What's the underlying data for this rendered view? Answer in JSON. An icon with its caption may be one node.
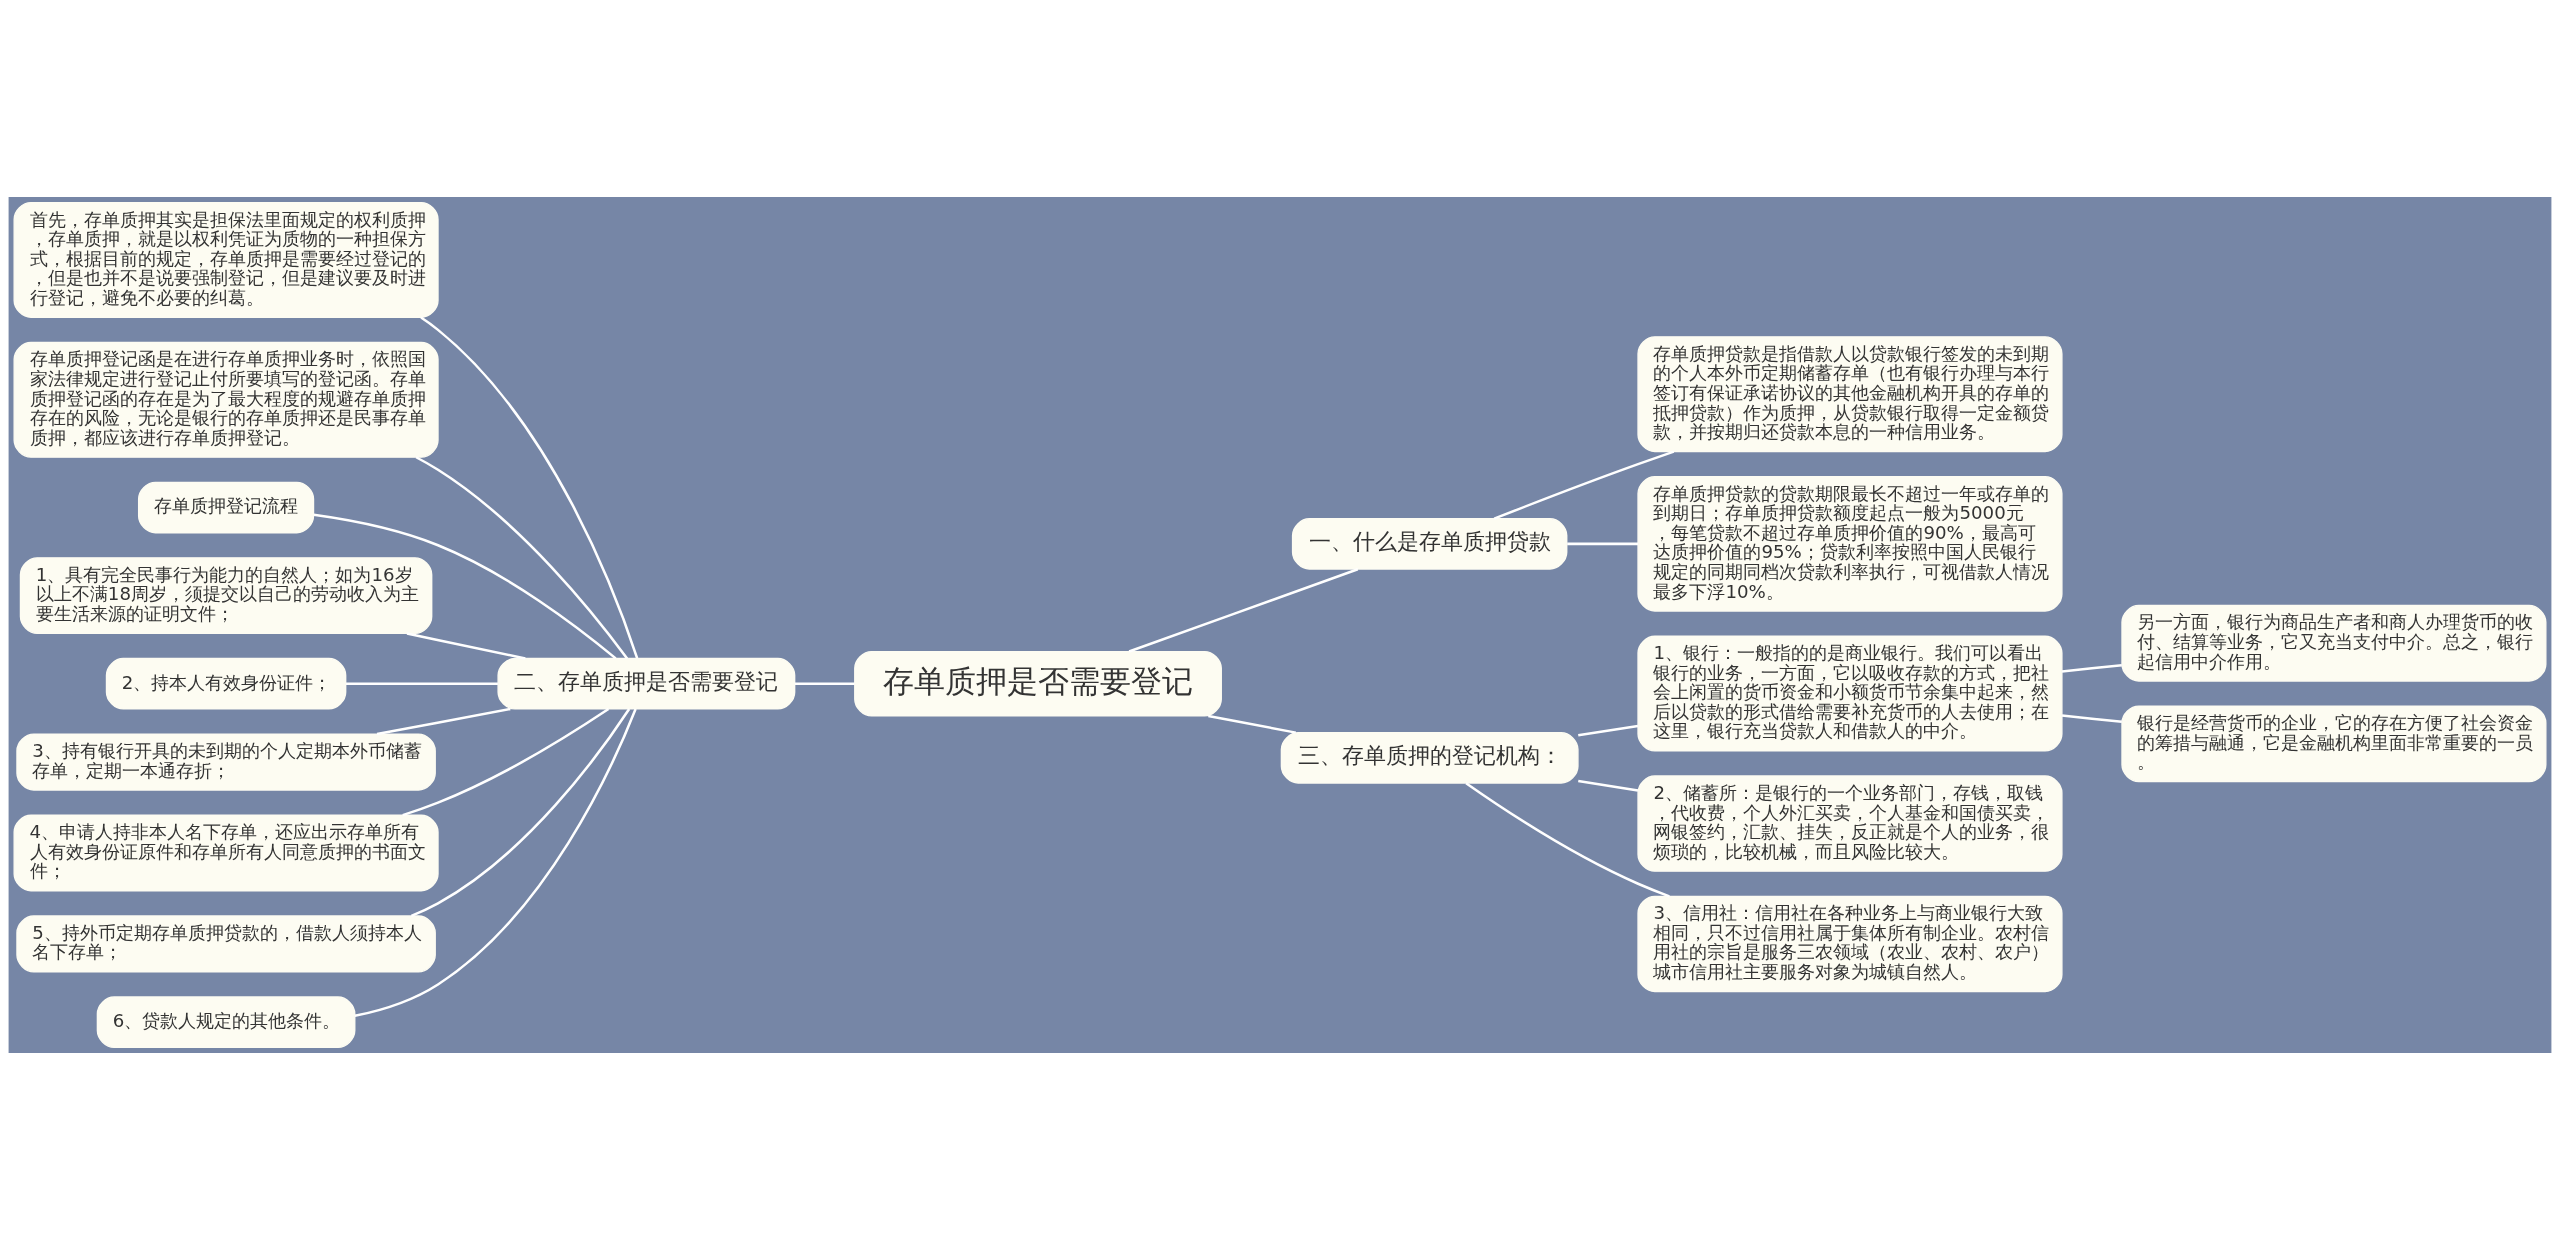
{
  "diagram": {
    "nodes": [
      {
        "text": [
          "存单质押是否需要登记"
        ]
      },
      {
        "text": [
          "一、什么是存单质押贷款"
        ]
      },
      {
        "text": [
          "存单质押贷款是指借款人以贷款银行签发的未到期的个人本外币定期储蓄存单（也有银行办理与本行签订有保证承诺协议的其他金融机构开具的存单的抵押贷款）作为质押，从贷款银行取得一定金额贷款，并按期归还贷款本息的一种信用业务。"
        ]
      },
      {
        "text": [
          "存单质押贷款的贷款期限最长不超过一年或存单的到期日；存单质押贷款额度起点一般为5000元，每笔贷款不超过存单质押价值的90%，最高可达质押价值的95%；贷款利率按照中国人民银行规定的同期同档次贷款利率执行，可视借款人情况最多下浮10%。"
        ]
      },
      {
        "text": [
          "二、存单质押是否需要登记"
        ]
      },
      {
        "text": [
          "首先，存单质押其实是担保法里面规定的权利质押，存单质押，就是以权利凭证为质物的一种担保方式，根据目前的规定，存单质押是需要经过登记的，但是也并不是说要强制登记，但是建议要及时进行登记，避免不必要的纠葛。"
        ]
      },
      {
        "text": [
          "存单质押登记函是在进行存单质押业务时，依照国家法律规定进行登记止付所要填写的登记函。存单质押登记函的存在是为了最大程度的规避存单质押存在的风险，无论是银行的存单质押还是民事存单质押，都应该进行存单质押登记。"
        ]
      },
      {
        "text": [
          "存单质押登记流程"
        ]
      },
      {
        "text": [
          "1、具有完全民事行为能力的自然人；如为16岁以上不满18周岁，须提交以自己的劳动收入为主要生活来源的证明文件；"
        ]
      },
      {
        "text": [
          "2、持本人有效身份证件；"
        ]
      },
      {
        "text": [
          "3、持有银行开具的未到期的个人定期本外币储蓄存单，定期一本通存折；"
        ]
      },
      {
        "text": [
          "4、申请人持非本人名下存单，还应出示存单所有人有效身份证原件和存单所有人同意质押的书面文件；"
        ]
      },
      {
        "text": [
          "5、持外币定期存单质押贷款的，借款人须持本人名下存单；"
        ]
      },
      {
        "text": [
          "6、贷款人规定的其他条件。"
        ]
      },
      {
        "text": [
          "三、存单质押的登记机构："
        ]
      },
      {
        "text": [
          "1、银行：一般指的的是商业银行。我们可以看出银行的业务，一方面，它以吸收存款的方式，把社会上闲置的货币资金和小额货币节余集中起来，然后以贷款的形式借给需要补充货币的人去使用；在这里，银行充当贷款人和借款人的中介。"
        ]
      },
      {
        "text": [
          "另一方面，银行为商品生产者和商人办理货币的收付、结算等业务，它又充当支付中介。总之，银行起信用中介作用。"
        ]
      },
      {
        "text": [
          "银行是经营货币的企业，它的存在方便了社会资金的筹措与融通，它是金融机构里面非常重要的一员。"
        ]
      },
      {
        "text": [
          "2、储蓄所：是银行的一个业务部门，存钱，取钱，代收费，个人外汇买卖，个人基金和国债买卖，网银签约，汇款、挂失，反正就是个人的业务，很烦琐的，比较机械，而且风险比较大。"
        ]
      },
      {
        "text": [
          "3、信用社：信用社在各种业务上与商业银行大致相同，只不过信用社属于集体所有制企业。农村信用社的宗旨是服务三农领域（农业、农村、农户）城市信用社主要服务对象为城镇自然人。"
        ]
      }
    ],
    "edges": [
      {
        "from": 0,
        "to": 1,
        "arrow": "none"
      },
      {
        "from": 1,
        "to": 2,
        "arrow": "none"
      },
      {
        "from": 1,
        "to": 3,
        "arrow": "none"
      },
      {
        "from": 0,
        "to": 4,
        "arrow": "none"
      },
      {
        "from": 4,
        "to": 5,
        "arrow": "none"
      },
      {
        "from": 4,
        "to": 6,
        "arrow": "none"
      },
      {
        "from": 4,
        "to": 7,
        "arrow": "none"
      },
      {
        "from": 4,
        "to": 8,
        "arrow": "none"
      },
      {
        "from": 4,
        "to": 9,
        "arrow": "none"
      },
      {
        "from": 4,
        "to": 10,
        "arrow": "none"
      },
      {
        "from": 4,
        "to": 11,
        "arrow": "none"
      },
      {
        "from": 4,
        "to": 12,
        "arrow": "none"
      },
      {
        "from": 4,
        "to": 13,
        "arrow": "none"
      },
      {
        "from": 0,
        "to": 14,
        "arrow": "none"
      },
      {
        "from": 14,
        "to": 15,
        "arrow": "none"
      },
      {
        "from": 15,
        "to": 16,
        "arrow": "none"
      },
      {
        "from": 15,
        "to": 17,
        "arrow": "none"
      },
      {
        "from": 14,
        "to": 18,
        "arrow": "none"
      },
      {
        "from": 14,
        "to": 19,
        "arrow": "none"
      }
    ]
  }
}
